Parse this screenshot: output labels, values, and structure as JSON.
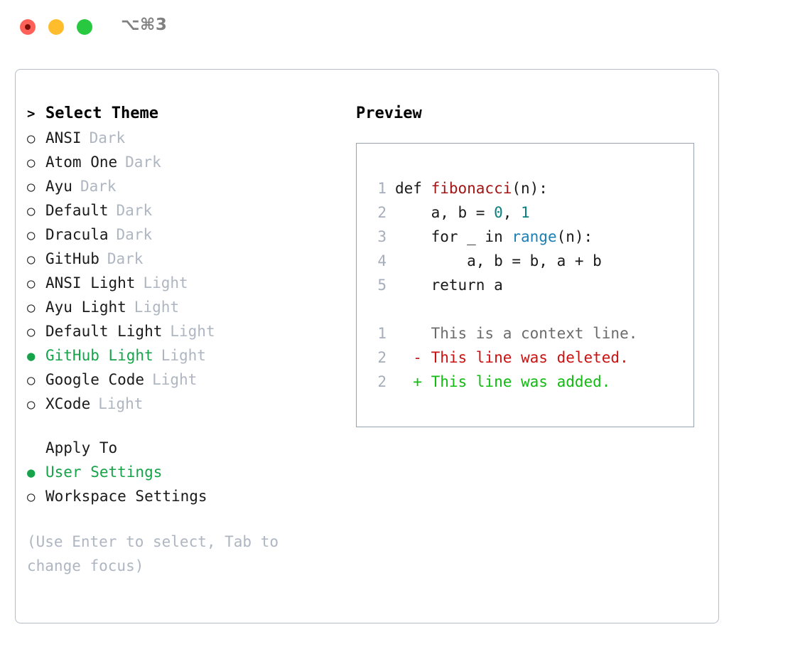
{
  "titlebar": {
    "shortcut": "⌥⌘3",
    "buttons": {
      "close": "close-button",
      "minimize": "minimize-button",
      "maximize": "maximize-button"
    }
  },
  "theme_selector": {
    "header_marker": ">",
    "header": "Select Theme",
    "marker_unselected": "○",
    "marker_selected": "●",
    "items": [
      {
        "name": "ANSI",
        "variant": "Dark",
        "selected": false
      },
      {
        "name": "Atom One",
        "variant": "Dark",
        "selected": false
      },
      {
        "name": "Ayu",
        "variant": "Dark",
        "selected": false
      },
      {
        "name": "Default",
        "variant": "Dark",
        "selected": false
      },
      {
        "name": "Dracula",
        "variant": "Dark",
        "selected": false
      },
      {
        "name": "GitHub",
        "variant": "Dark",
        "selected": false
      },
      {
        "name": "ANSI Light",
        "variant": "Light",
        "selected": false
      },
      {
        "name": "Ayu Light",
        "variant": "Light",
        "selected": false
      },
      {
        "name": "Default Light",
        "variant": "Light",
        "selected": false
      },
      {
        "name": "GitHub Light",
        "variant": "Light",
        "selected": true
      },
      {
        "name": "Google Code",
        "variant": "Light",
        "selected": false
      },
      {
        "name": "XCode",
        "variant": "Light",
        "selected": false
      }
    ]
  },
  "apply_to": {
    "label": "Apply To",
    "options": [
      {
        "name": "User Settings",
        "selected": true
      },
      {
        "name": "Workspace Settings",
        "selected": false
      }
    ]
  },
  "hint": "(Use Enter to select, Tab to change focus)",
  "preview": {
    "title": "Preview",
    "code_lines": [
      {
        "num": "1",
        "tokens": [
          {
            "t": "def ",
            "c": "plain"
          },
          {
            "t": "fibonacci",
            "c": "fn"
          },
          {
            "t": "(n):",
            "c": "plain"
          }
        ]
      },
      {
        "num": "2",
        "tokens": [
          {
            "t": "    a, b = ",
            "c": "plain"
          },
          {
            "t": "0",
            "c": "num"
          },
          {
            "t": ", ",
            "c": "plain"
          },
          {
            "t": "1",
            "c": "num"
          }
        ]
      },
      {
        "num": "3",
        "tokens": [
          {
            "t": "    for _ in ",
            "c": "plain"
          },
          {
            "t": "range",
            "c": "bi"
          },
          {
            "t": "(n):",
            "c": "plain"
          }
        ]
      },
      {
        "num": "4",
        "tokens": [
          {
            "t": "        a, b = b, a + b",
            "c": "plain"
          }
        ]
      },
      {
        "num": "5",
        "tokens": [
          {
            "t": "    return a",
            "c": "plain"
          }
        ]
      }
    ],
    "diff_lines": [
      {
        "num": "1",
        "sign": " ",
        "text": "This is a context line.",
        "kind": "ctx"
      },
      {
        "num": "2",
        "sign": "-",
        "text": "This line was deleted.",
        "kind": "del"
      },
      {
        "num": "2",
        "sign": "+",
        "text": "This line was added.",
        "kind": "add"
      }
    ]
  },
  "colors": {
    "selected": "#16a34a",
    "muted": "#aeb6c2",
    "gutter": "#a6aebb",
    "diff_add": "#11bb11",
    "diff_del": "#cc1111",
    "diff_ctx": "#6b6b6b",
    "token_function": "#a31515",
    "token_number": "#0a7f7f",
    "token_builtin": "#1a7fb5",
    "panel_border": "#b4bdc9",
    "preview_border": "#97a3b3",
    "traffic_close": "#ff6159",
    "traffic_min": "#ffbd2e",
    "traffic_max": "#28c840"
  }
}
